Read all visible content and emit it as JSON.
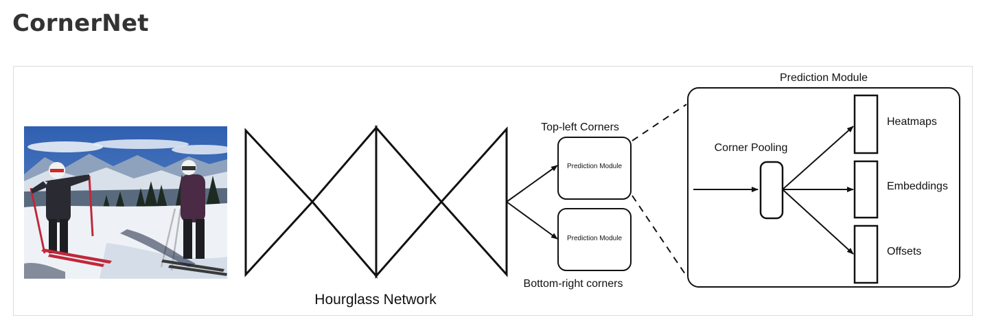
{
  "page": {
    "title": "CornerNet"
  },
  "figure": {
    "backbone_label": "Hourglass Network",
    "top_branch_label": "Top-left Corners",
    "bottom_branch_label": "Bottom-right corners",
    "small_module_label": "Prediction Module",
    "expanded_module_title": "Prediction Module",
    "pooling_label": "Corner Pooling",
    "outputs": [
      "Heatmaps",
      "Embeddings",
      "Offsets"
    ]
  },
  "colors": {
    "sky": "#3f6cb8",
    "snow": "#eef2f6",
    "jacket_dark": "#2a2a33",
    "jacket_purple": "#4a2a45",
    "ski": "#c0283a"
  }
}
